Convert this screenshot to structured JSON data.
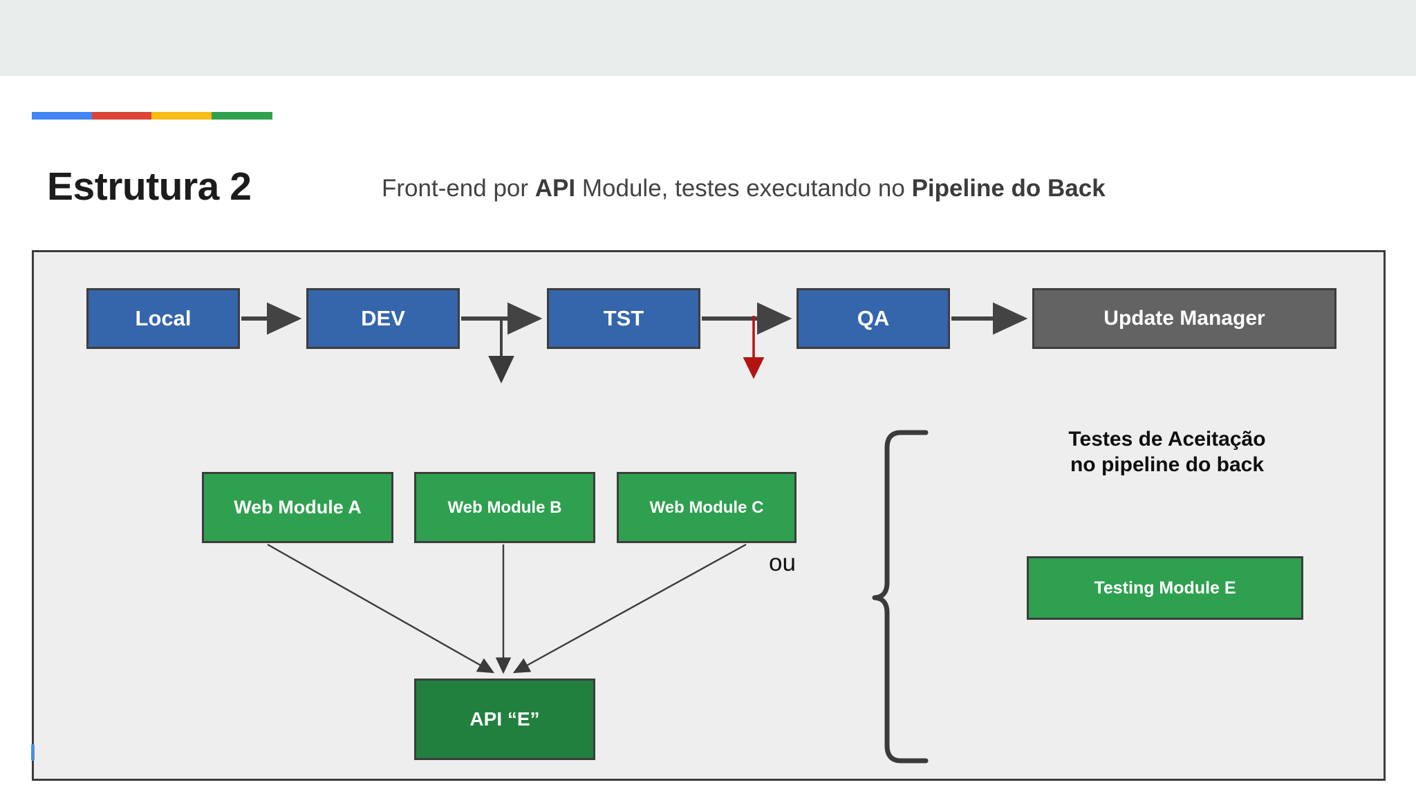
{
  "header": {
    "accent_bar": {
      "colors": [
        "#4285f4",
        "#db4437",
        "#f9bc15",
        "#30a14e"
      ],
      "names": [
        "accent-blue",
        "accent-red",
        "accent-yellow",
        "accent-green"
      ]
    }
  },
  "title": {
    "main": "Estrutura 2",
    "subtitle_parts": [
      {
        "text": "Front-end por ",
        "bold": false
      },
      {
        "text": "API",
        "bold": true
      },
      {
        "text": " Module, testes executando no ",
        "bold": false
      },
      {
        "text": "Pipeline do Back",
        "bold": true
      }
    ],
    "subtitle_plain": "Front-end por API Module, testes executando no Pipeline do Back"
  },
  "diagram": {
    "background": "#eeeeee",
    "border_color": "#3c3c3c",
    "pipeline": {
      "nodes": [
        {
          "id": "local",
          "label": "Local",
          "color": "#3565ab"
        },
        {
          "id": "dev",
          "label": "DEV",
          "color": "#3565ab"
        },
        {
          "id": "tst",
          "label": "TST",
          "color": "#3565ab"
        },
        {
          "id": "qa",
          "label": "QA",
          "color": "#3565ab"
        },
        {
          "id": "update",
          "label": "Update Manager",
          "color": "#636363"
        }
      ]
    },
    "web_modules": [
      {
        "id": "wma",
        "label": "Web Module A",
        "color": "#2ea04f"
      },
      {
        "id": "wmb",
        "label": "Web Module B",
        "color": "#2ea04f"
      },
      {
        "id": "wmc",
        "label": "Web Module C",
        "color": "#2ea04f"
      }
    ],
    "api_node": {
      "id": "api-e",
      "label": "API “E”",
      "color": "#22803f"
    },
    "branch_label": "ou",
    "branch_arrow_color": "#b31412",
    "acceptance": {
      "text_line1": "Testes de Aceitação",
      "text_line2": "no pipeline do back",
      "text_full": "Testes de Aceitação\nno pipeline do back"
    },
    "testing_node": {
      "id": "testing-e",
      "label": "Testing Module E",
      "color": "#2ea04f"
    }
  }
}
